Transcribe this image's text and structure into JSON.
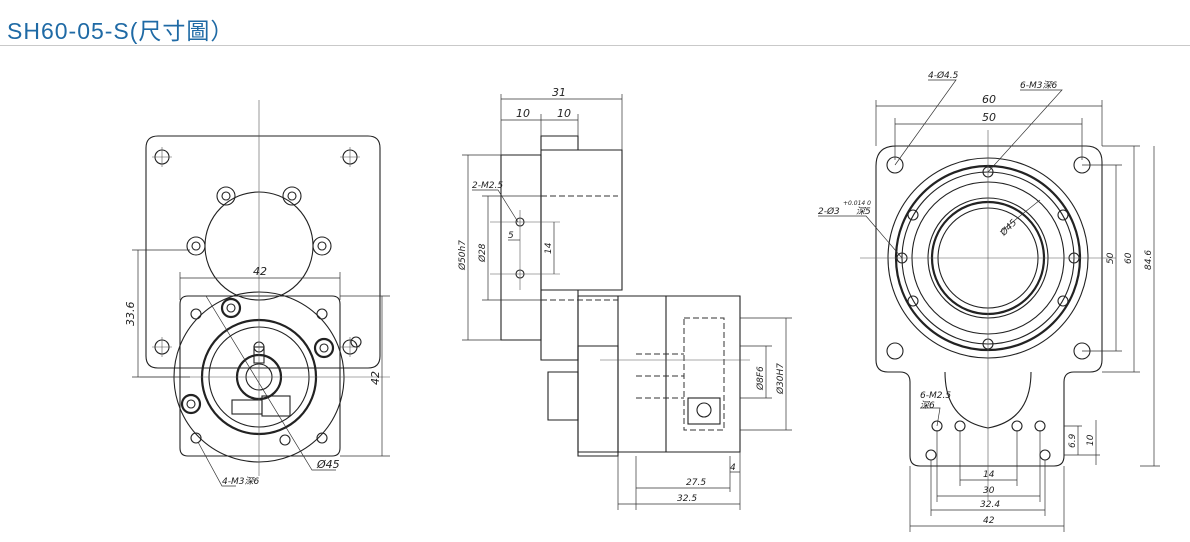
{
  "title": "SH60-05-S(尺寸圖）",
  "front_view": {
    "dims": {
      "d42_top": "42",
      "d33_6": "33.6",
      "d42_right": "42",
      "d45": "Ø45",
      "holes": "4-M3深6"
    }
  },
  "side_view": {
    "dims": {
      "d31": "31",
      "d10a": "10",
      "d10b": "10",
      "m25": "2-M2.5",
      "d5": "5",
      "d14": "14",
      "d50h7": "Ø50h7",
      "d28": "Ø28",
      "d8f6": "Ø8F6",
      "d30h7": "Ø30H7",
      "d4": "4",
      "d27_5": "27.5",
      "d32_5": "32.5"
    }
  },
  "rear_view": {
    "dims": {
      "holes45": "4-Ø4.5",
      "m3": "6-M3深6",
      "d60": "60",
      "d50": "50",
      "pin": "2-Ø3",
      "pin_tol": "+0.014 0",
      "pin_depth": "深5",
      "d45": "Ø45",
      "v50": "50",
      "v60": "60",
      "v84_6": "84.6",
      "m25": "6-M2.5",
      "m25_depth": "深6",
      "d6_9": "6.9",
      "d10": "10",
      "d14": "14",
      "d30": "30",
      "d32_4": "32.4",
      "d42": "42"
    }
  }
}
